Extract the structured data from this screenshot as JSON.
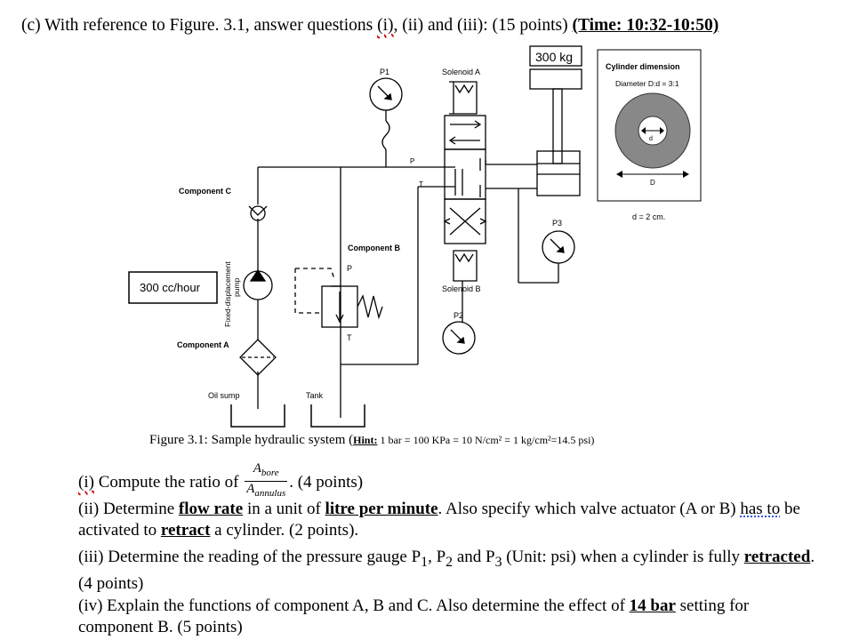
{
  "header": {
    "prefix": "(c) With reference to Figure. 3.1, answer questions ",
    "i": "(i)",
    "rest": ", (ii) and (iii): (15 points) ",
    "time": "(Time: 10:32-10:50)"
  },
  "diagram": {
    "load_label": "300 kg",
    "p1_label": "P1",
    "solenoid_a": "Solenoid A",
    "solenoid_b": "Solenoid B",
    "component_c": "Component C",
    "component_b": "Component B",
    "component_a": "Component A",
    "flow_box": "300 cc/hour",
    "pump_line1": "Fixed-displacement",
    "pump_line2": "pump",
    "oil_sump": "Oil sump",
    "tank": "Tank",
    "port_p": "P",
    "port_t": "T",
    "relief_p": "P",
    "relief_t": "T",
    "p2_label": "P2",
    "p3_label": "P3",
    "cyl_title": "Cylinder dimension",
    "cyl_ratio": "Diameter D:d = 3:1",
    "small_d": "d",
    "big_d": "D",
    "d_value": "d = 2 cm."
  },
  "caption": {
    "main": "Figure 3.1: Sample hydraulic system (",
    "hint_label": "Hint:",
    "hint_text": " 1 bar = 100 KPa = 10 N/cm² = 1 kg/cm²=14.5 psi)"
  },
  "questions": {
    "q1_num": "(i)",
    "q1_a": " Compute the ratio of ",
    "q1_num_frac": "A",
    "q1_num_sub": "bore",
    "q1_den_frac": "A",
    "q1_den_sub": "annulus",
    "q1_b": ". (4 points)",
    "q2_a": "(ii) Determine ",
    "q2_b1": "flow rate",
    "q2_c": " in a unit of ",
    "q2_d": "litre per minute",
    "q2_e": ". Also specify which valve actuator (A or B) ",
    "q2_f": "has to",
    "q2_g": " be activated to ",
    "q2_h": "retract",
    "q2_i": " a cylinder. (2 points).",
    "q3_a": "(iii) Determine the reading of the pressure gauge P",
    "q3_s1": "1",
    "q3_b": ", P",
    "q3_s2": "2",
    "q3_c": " and P",
    "q3_s3": "3",
    "q3_d": " (Unit: psi) when a cylinder is fully ",
    "q3_e": "retracted",
    "q3_f": ". (4 points)",
    "q4_a": "(iv) Explain the functions of component A, B and C. Also determine the effect of ",
    "q4_b": "14 bar",
    "q4_c": " setting for component B. (5 points)"
  }
}
